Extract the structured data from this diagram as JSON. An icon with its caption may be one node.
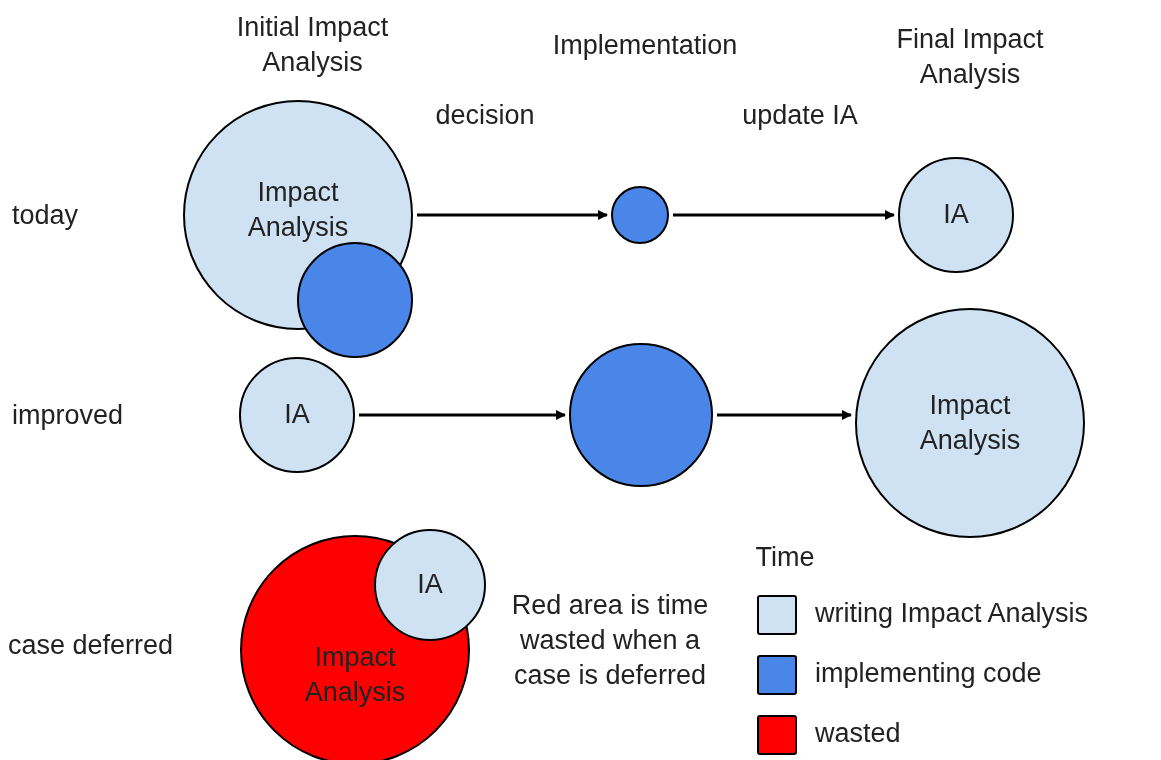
{
  "diagram": {
    "nodes": [
      {
        "text": [
          "Impact Analysis"
        ]
      },
      {
        "text": [],
        "shape": "circle"
      },
      {
        "text": [],
        "shape": "circle"
      },
      {
        "text": [
          "IA"
        ]
      },
      {
        "text": [
          "IA"
        ]
      },
      {
        "text": [],
        "shape": "circle"
      },
      {
        "text": [
          "Impact Analysis"
        ]
      },
      {
        "text": [
          "Impact Analysis"
        ]
      },
      {
        "text": [
          "IA"
        ]
      }
    ],
    "edges": [
      {
        "from": 0,
        "to": 2,
        "arrow": "to"
      },
      {
        "from": 2,
        "to": 3,
        "arrow": "to"
      },
      {
        "from": 4,
        "to": 5,
        "arrow": "to"
      },
      {
        "from": 5,
        "to": 6,
        "arrow": "to"
      }
    ],
    "labels": [
      "Initial Impact Analysis",
      "Implementation",
      "Final Impact Analysis",
      "decision",
      "update IA",
      "today",
      "improved",
      "case deferred",
      "Red area is time wasted when a case is deferred",
      "Time"
    ],
    "legend": [
      {
        "text": "writing Impact Analysis",
        "color": "#cfe2f3"
      },
      {
        "text": "implementing code",
        "color": "#4a86e8"
      },
      {
        "text": "wasted",
        "color": "#ff0000"
      }
    ]
  }
}
